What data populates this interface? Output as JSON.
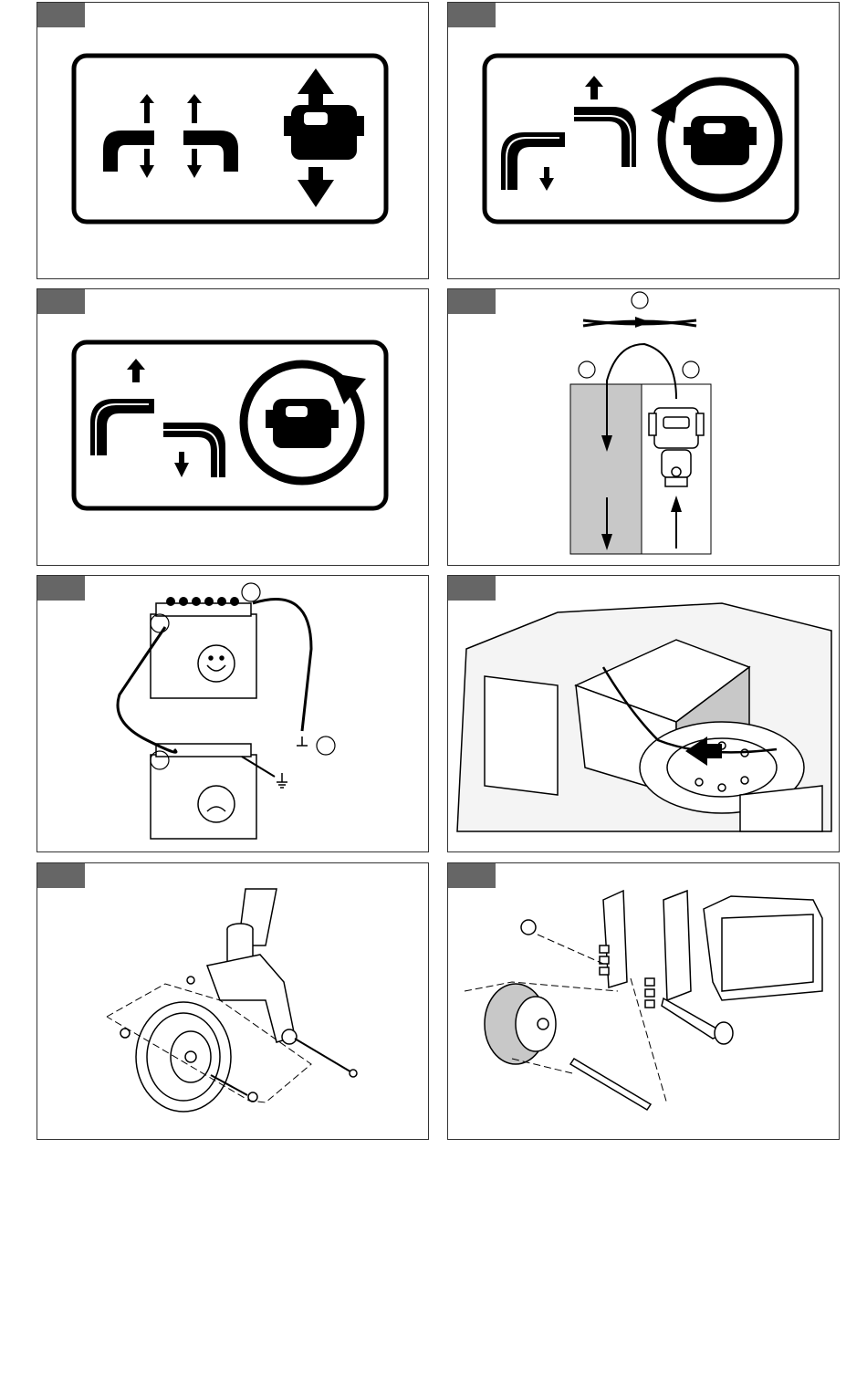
{
  "page": {
    "background": "#ffffff"
  },
  "colors": {
    "tab": "#666666",
    "line": "#000000",
    "gray_fill": "#c8c8c8",
    "panel_border": "#333333"
  },
  "panels": [
    {
      "id": "p1",
      "label": "",
      "content": "decal-lift-lower-icons"
    },
    {
      "id": "p2",
      "label": "",
      "content": "decal-rotate-counterclockwise-icons"
    },
    {
      "id": "p3",
      "label": "",
      "content": "decal-rotate-clockwise-icons"
    },
    {
      "id": "p4",
      "label": "",
      "content": "mowing-pattern-diagram",
      "callouts": [
        "",
        "",
        ""
      ]
    },
    {
      "id": "p5",
      "label": "",
      "content": "jump-start-battery-diagram",
      "callouts": [
        "",
        "",
        "",
        ""
      ]
    },
    {
      "id": "p6",
      "label": "",
      "content": "battery-location-illustration"
    },
    {
      "id": "p7",
      "label": "",
      "content": "caster-wheel-exploded-view"
    },
    {
      "id": "p8",
      "label": "",
      "content": "deck-wheel-exploded-view"
    }
  ]
}
